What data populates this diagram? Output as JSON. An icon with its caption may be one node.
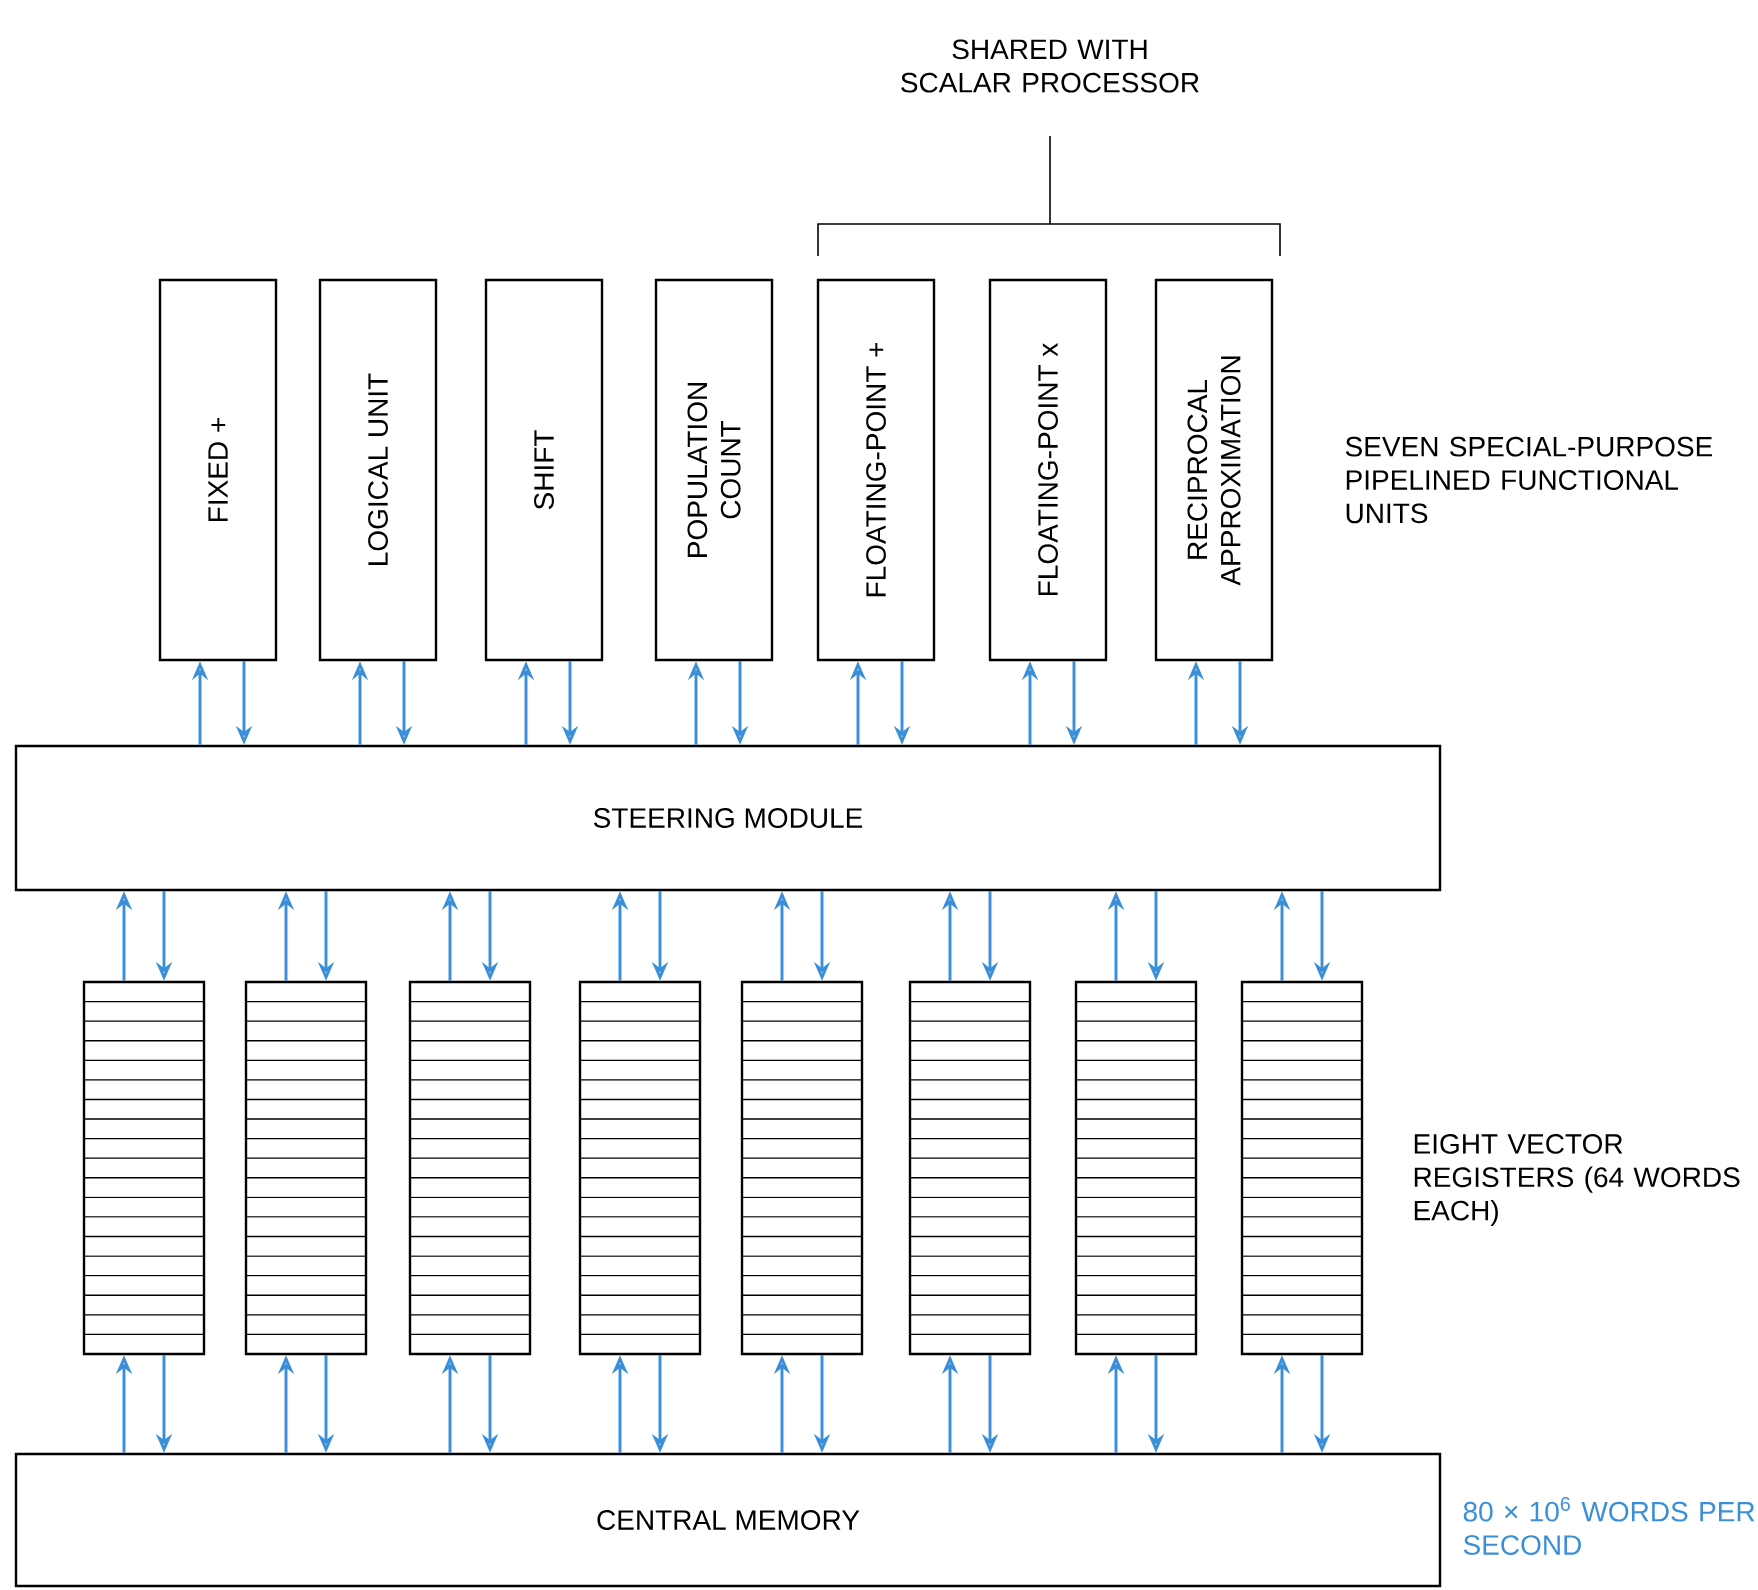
{
  "diagram": {
    "nodes": [
      {
        "text": [
          "STEERING MODULE"
        ]
      },
      {
        "text": [
          "FIXED +"
        ]
      },
      {
        "text": [
          "LOGICAL UNIT"
        ]
      },
      {
        "text": [
          "SHIFT"
        ]
      },
      {
        "text": [
          "POPULATION COUNT"
        ]
      },
      {
        "text": [
          "FLOATING-POINT +"
        ]
      },
      {
        "text": [
          "FLOATING-POINT x"
        ]
      },
      {
        "text": [
          "RECIPROCAL APPROXIMATION"
        ]
      },
      {
        "text": [],
        "shape": "box"
      },
      {
        "text": [],
        "shape": "box"
      },
      {
        "text": [],
        "shape": "box"
      },
      {
        "text": [],
        "shape": "box"
      },
      {
        "text": [],
        "shape": "box"
      },
      {
        "text": [],
        "shape": "box"
      },
      {
        "text": [],
        "shape": "box"
      },
      {
        "text": [],
        "shape": "box"
      },
      {
        "text": [
          "CENTRAL MEMORY"
        ]
      }
    ],
    "edges": [
      {
        "from": 0,
        "to": 1,
        "arrow": "to"
      },
      {
        "from": 1,
        "to": 0,
        "arrow": "to"
      },
      {
        "from": 0,
        "to": 2,
        "arrow": "to"
      },
      {
        "from": 2,
        "to": 0,
        "arrow": "to"
      },
      {
        "from": 0,
        "to": 3,
        "arrow": "to"
      },
      {
        "from": 3,
        "to": 0,
        "arrow": "to"
      },
      {
        "from": 0,
        "to": 4,
        "arrow": "to"
      },
      {
        "from": 4,
        "to": 0,
        "arrow": "to"
      },
      {
        "from": 0,
        "to": 5,
        "arrow": "to"
      },
      {
        "from": 5,
        "to": 0,
        "arrow": "to"
      },
      {
        "from": 0,
        "to": 6,
        "arrow": "to"
      },
      {
        "from": 6,
        "to": 0,
        "arrow": "to"
      },
      {
        "from": 0,
        "to": 7,
        "arrow": "to"
      },
      {
        "from": 7,
        "to": 0,
        "arrow": "to"
      },
      {
        "from": 8,
        "to": 0,
        "arrow": "to"
      },
      {
        "from": 0,
        "to": 8,
        "arrow": "to"
      },
      {
        "from": 9,
        "to": 0,
        "arrow": "to"
      },
      {
        "from": 0,
        "to": 9,
        "arrow": "to"
      },
      {
        "from": 10,
        "to": 0,
        "arrow": "to"
      },
      {
        "from": 0,
        "to": 10,
        "arrow": "to"
      },
      {
        "from": 11,
        "to": 0,
        "arrow": "to"
      },
      {
        "from": 0,
        "to": 11,
        "arrow": "to"
      },
      {
        "from": 12,
        "to": 0,
        "arrow": "to"
      },
      {
        "from": 0,
        "to": 12,
        "arrow": "to"
      },
      {
        "from": 13,
        "to": 0,
        "arrow": "to"
      },
      {
        "from": 0,
        "to": 13,
        "arrow": "to"
      },
      {
        "from": 14,
        "to": 0,
        "arrow": "to"
      },
      {
        "from": 0,
        "to": 14,
        "arrow": "to"
      },
      {
        "from": 15,
        "to": 0,
        "arrow": "to"
      },
      {
        "from": 0,
        "to": 15,
        "arrow": "to"
      },
      {
        "from": 16,
        "to": 8,
        "arrow": "to"
      },
      {
        "from": 8,
        "to": 16,
        "arrow": "to"
      },
      {
        "from": 16,
        "to": 9,
        "arrow": "to"
      },
      {
        "from": 9,
        "to": 16,
        "arrow": "to"
      },
      {
        "from": 16,
        "to": 10,
        "arrow": "to"
      },
      {
        "from": 10,
        "to": 16,
        "arrow": "to"
      },
      {
        "from": 16,
        "to": 11,
        "arrow": "to"
      },
      {
        "from": 11,
        "to": 16,
        "arrow": "to"
      },
      {
        "from": 16,
        "to": 12,
        "arrow": "to"
      },
      {
        "from": 12,
        "to": 16,
        "arrow": "to"
      },
      {
        "from": 16,
        "to": 13,
        "arrow": "to"
      },
      {
        "from": 13,
        "to": 16,
        "arrow": "to"
      },
      {
        "from": 16,
        "to": 14,
        "arrow": "to"
      },
      {
        "from": 14,
        "to": 16,
        "arrow": "to"
      },
      {
        "from": 16,
        "to": 15,
        "arrow": "to"
      },
      {
        "from": 15,
        "to": 16,
        "arrow": "to"
      }
    ],
    "labels": [
      "SHARED WITH SCALAR PROCESSOR",
      "SEVEN SPECIAL-PURPOSE PIPELINED FUNCTIONAL UNITS",
      "EIGHT VECTOR REGISTERS (64 WORDS EACH)",
      "80 × 10$^{6}$ WORDS PER SECOND"
    ]
  }
}
